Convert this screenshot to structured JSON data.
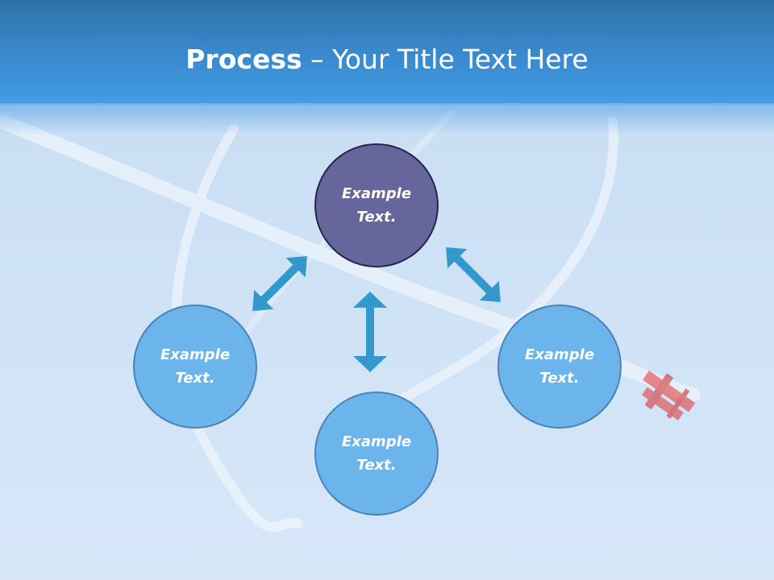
{
  "slide": {
    "title_bold": "Process",
    "title_rest": " – Your Title Text Here"
  },
  "colors": {
    "header_top": "#2f72aa",
    "header_bottom": "#429ee3",
    "primary_circle": "#66659c",
    "secondary_circle": "#6bb5ec",
    "arrow": "#3399cc"
  },
  "diagram": {
    "nodes": [
      {
        "id": "top",
        "label": "Example Text.",
        "style": "primary"
      },
      {
        "id": "left",
        "label": "Example Text.",
        "style": "secondary"
      },
      {
        "id": "bottom",
        "label": "Example Text.",
        "style": "secondary"
      },
      {
        "id": "right",
        "label": "Example Text.",
        "style": "secondary"
      }
    ],
    "edges": [
      {
        "from": "top",
        "to": "left",
        "type": "double-arrow"
      },
      {
        "from": "top",
        "to": "bottom",
        "type": "double-arrow"
      },
      {
        "from": "top",
        "to": "right",
        "type": "double-arrow"
      }
    ]
  },
  "background": {
    "icon": "biplane-with-smoke-trails"
  }
}
